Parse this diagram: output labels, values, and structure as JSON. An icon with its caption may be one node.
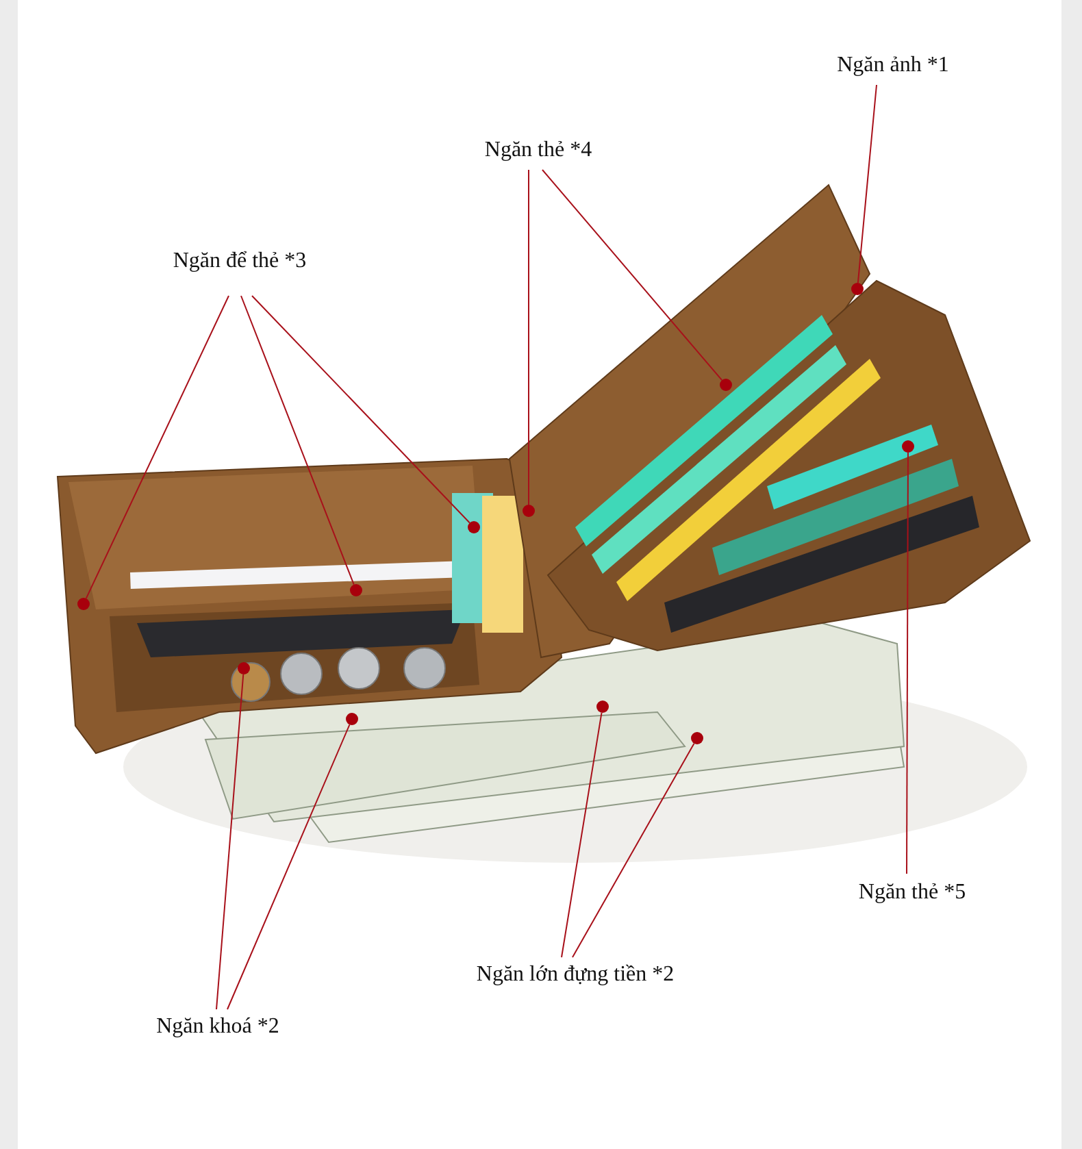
{
  "diagram": {
    "nodes": [
      {
        "text": [
          "Ngăn ảnh *1"
        ]
      },
      {
        "text": [
          "Ngăn thẻ *4"
        ]
      },
      {
        "text": [
          "Ngăn để thẻ *3"
        ]
      },
      {
        "text": [
          "Ngăn thẻ *5"
        ]
      },
      {
        "text": [
          "Ngăn lớn đựng tiền *2"
        ]
      },
      {
        "text": [
          "Ngăn khoá *2"
        ]
      },
      {
        "text": [],
        "shape": "circle"
      },
      {
        "text": [],
        "shape": "circle"
      },
      {
        "text": [],
        "shape": "circle"
      },
      {
        "text": [],
        "shape": "circle"
      },
      {
        "text": [],
        "shape": "circle"
      },
      {
        "text": [],
        "shape": "circle"
      },
      {
        "text": [],
        "shape": "circle"
      },
      {
        "text": [],
        "shape": "circle"
      },
      {
        "text": [],
        "shape": "circle"
      },
      {
        "text": [],
        "shape": "circle"
      },
      {
        "text": [],
        "shape": "circle"
      }
    ],
    "edges": [
      {
        "from": 0,
        "to": 6,
        "arrow": "none"
      },
      {
        "from": 1,
        "to": 8,
        "arrow": "none"
      },
      {
        "from": 1,
        "to": 7,
        "arrow": "none"
      },
      {
        "from": 2,
        "to": 11,
        "arrow": "none"
      },
      {
        "from": 2,
        "to": 10,
        "arrow": "none"
      },
      {
        "from": 2,
        "to": 9,
        "arrow": "none"
      },
      {
        "from": 3,
        "to": 12,
        "arrow": "none"
      },
      {
        "from": 4,
        "to": 13,
        "arrow": "none"
      },
      {
        "from": 4,
        "to": 14,
        "arrow": "none"
      },
      {
        "from": 5,
        "to": 15,
        "arrow": "none"
      },
      {
        "from": 5,
        "to": 16,
        "arrow": "none"
      }
    ]
  }
}
